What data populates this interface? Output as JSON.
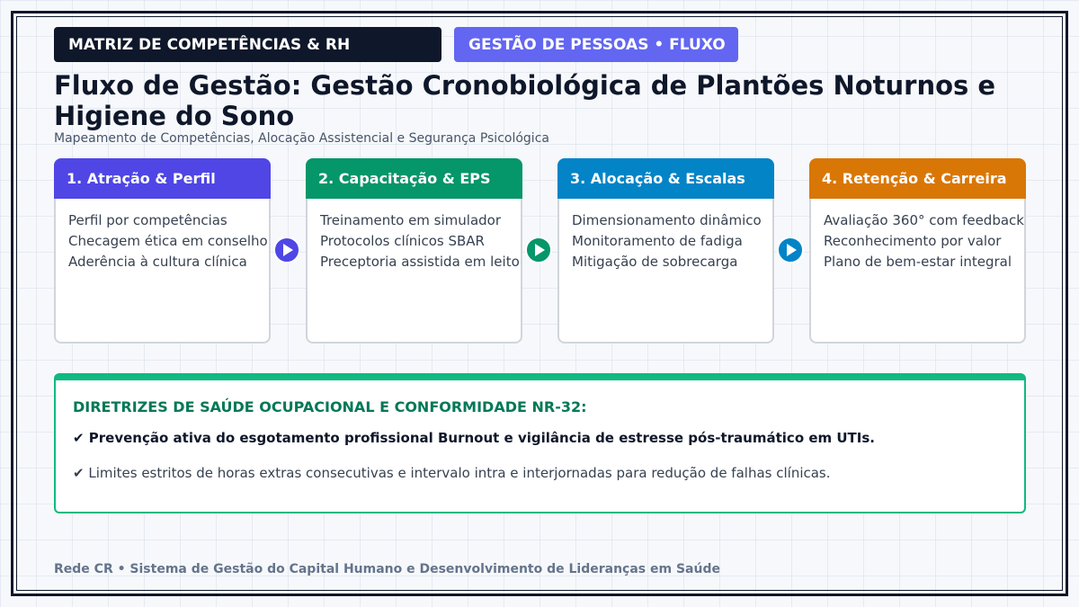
{
  "tags": {
    "primary": "MATRIZ DE COMPETÊNCIAS & RH",
    "secondary": "GESTÃO DE PESSOAS • FLUXO"
  },
  "title": "Fluxo de Gestão: Gestão Cronobiológica de Plantões Noturnos e Higiene do Sono",
  "subtitle": "Mapeamento de Competências, Alocação Assistencial e Segurança Psicológica",
  "stages": [
    {
      "title": "1. Atração & Perfil",
      "color": "#4f46e5",
      "items": [
        "Perfil por competências",
        "Checagem ética em conselho",
        "Aderência à cultura clínica"
      ]
    },
    {
      "title": "2. Capacitação & EPS",
      "color": "#059669",
      "items": [
        "Treinamento em simulador",
        "Protocolos clínicos SBAR",
        "Preceptoria assistida em leito"
      ]
    },
    {
      "title": "3. Alocação & Escalas",
      "color": "#0284c7",
      "items": [
        "Dimensionamento dinâmico",
        "Monitoramento de fadiga",
        "Mitigação de sobrecarga"
      ]
    },
    {
      "title": "4. Retenção & Carreira",
      "color": "#d97706",
      "items": [
        "Avaliação 360° com feedback",
        "Reconhecimento por valor",
        "Plano de bem-estar integral"
      ]
    }
  ],
  "arrows": [
    {
      "icon": "play-arrow-icon",
      "color": "#4f46e5"
    },
    {
      "icon": "play-arrow-icon",
      "color": "#059669"
    },
    {
      "icon": "play-arrow-icon",
      "color": "#0284c7"
    }
  ],
  "guidelines": {
    "title": "DIRETRIZES DE SAÚDE OCUPACIONAL E CONFORMIDADE NR-32:",
    "line1": "✔ Prevenção ativa do esgotamento profissional Burnout e vigilância de estresse pós-traumático em UTIs.",
    "line2": "✔ Limites estritos de horas extras consecutivas e intervalo intra e interjornadas para redução de falhas clínicas."
  },
  "footer": "Rede CR • Sistema de Gestão do Capital Humano e Desenvolvimento de Lideranças em Saúde"
}
